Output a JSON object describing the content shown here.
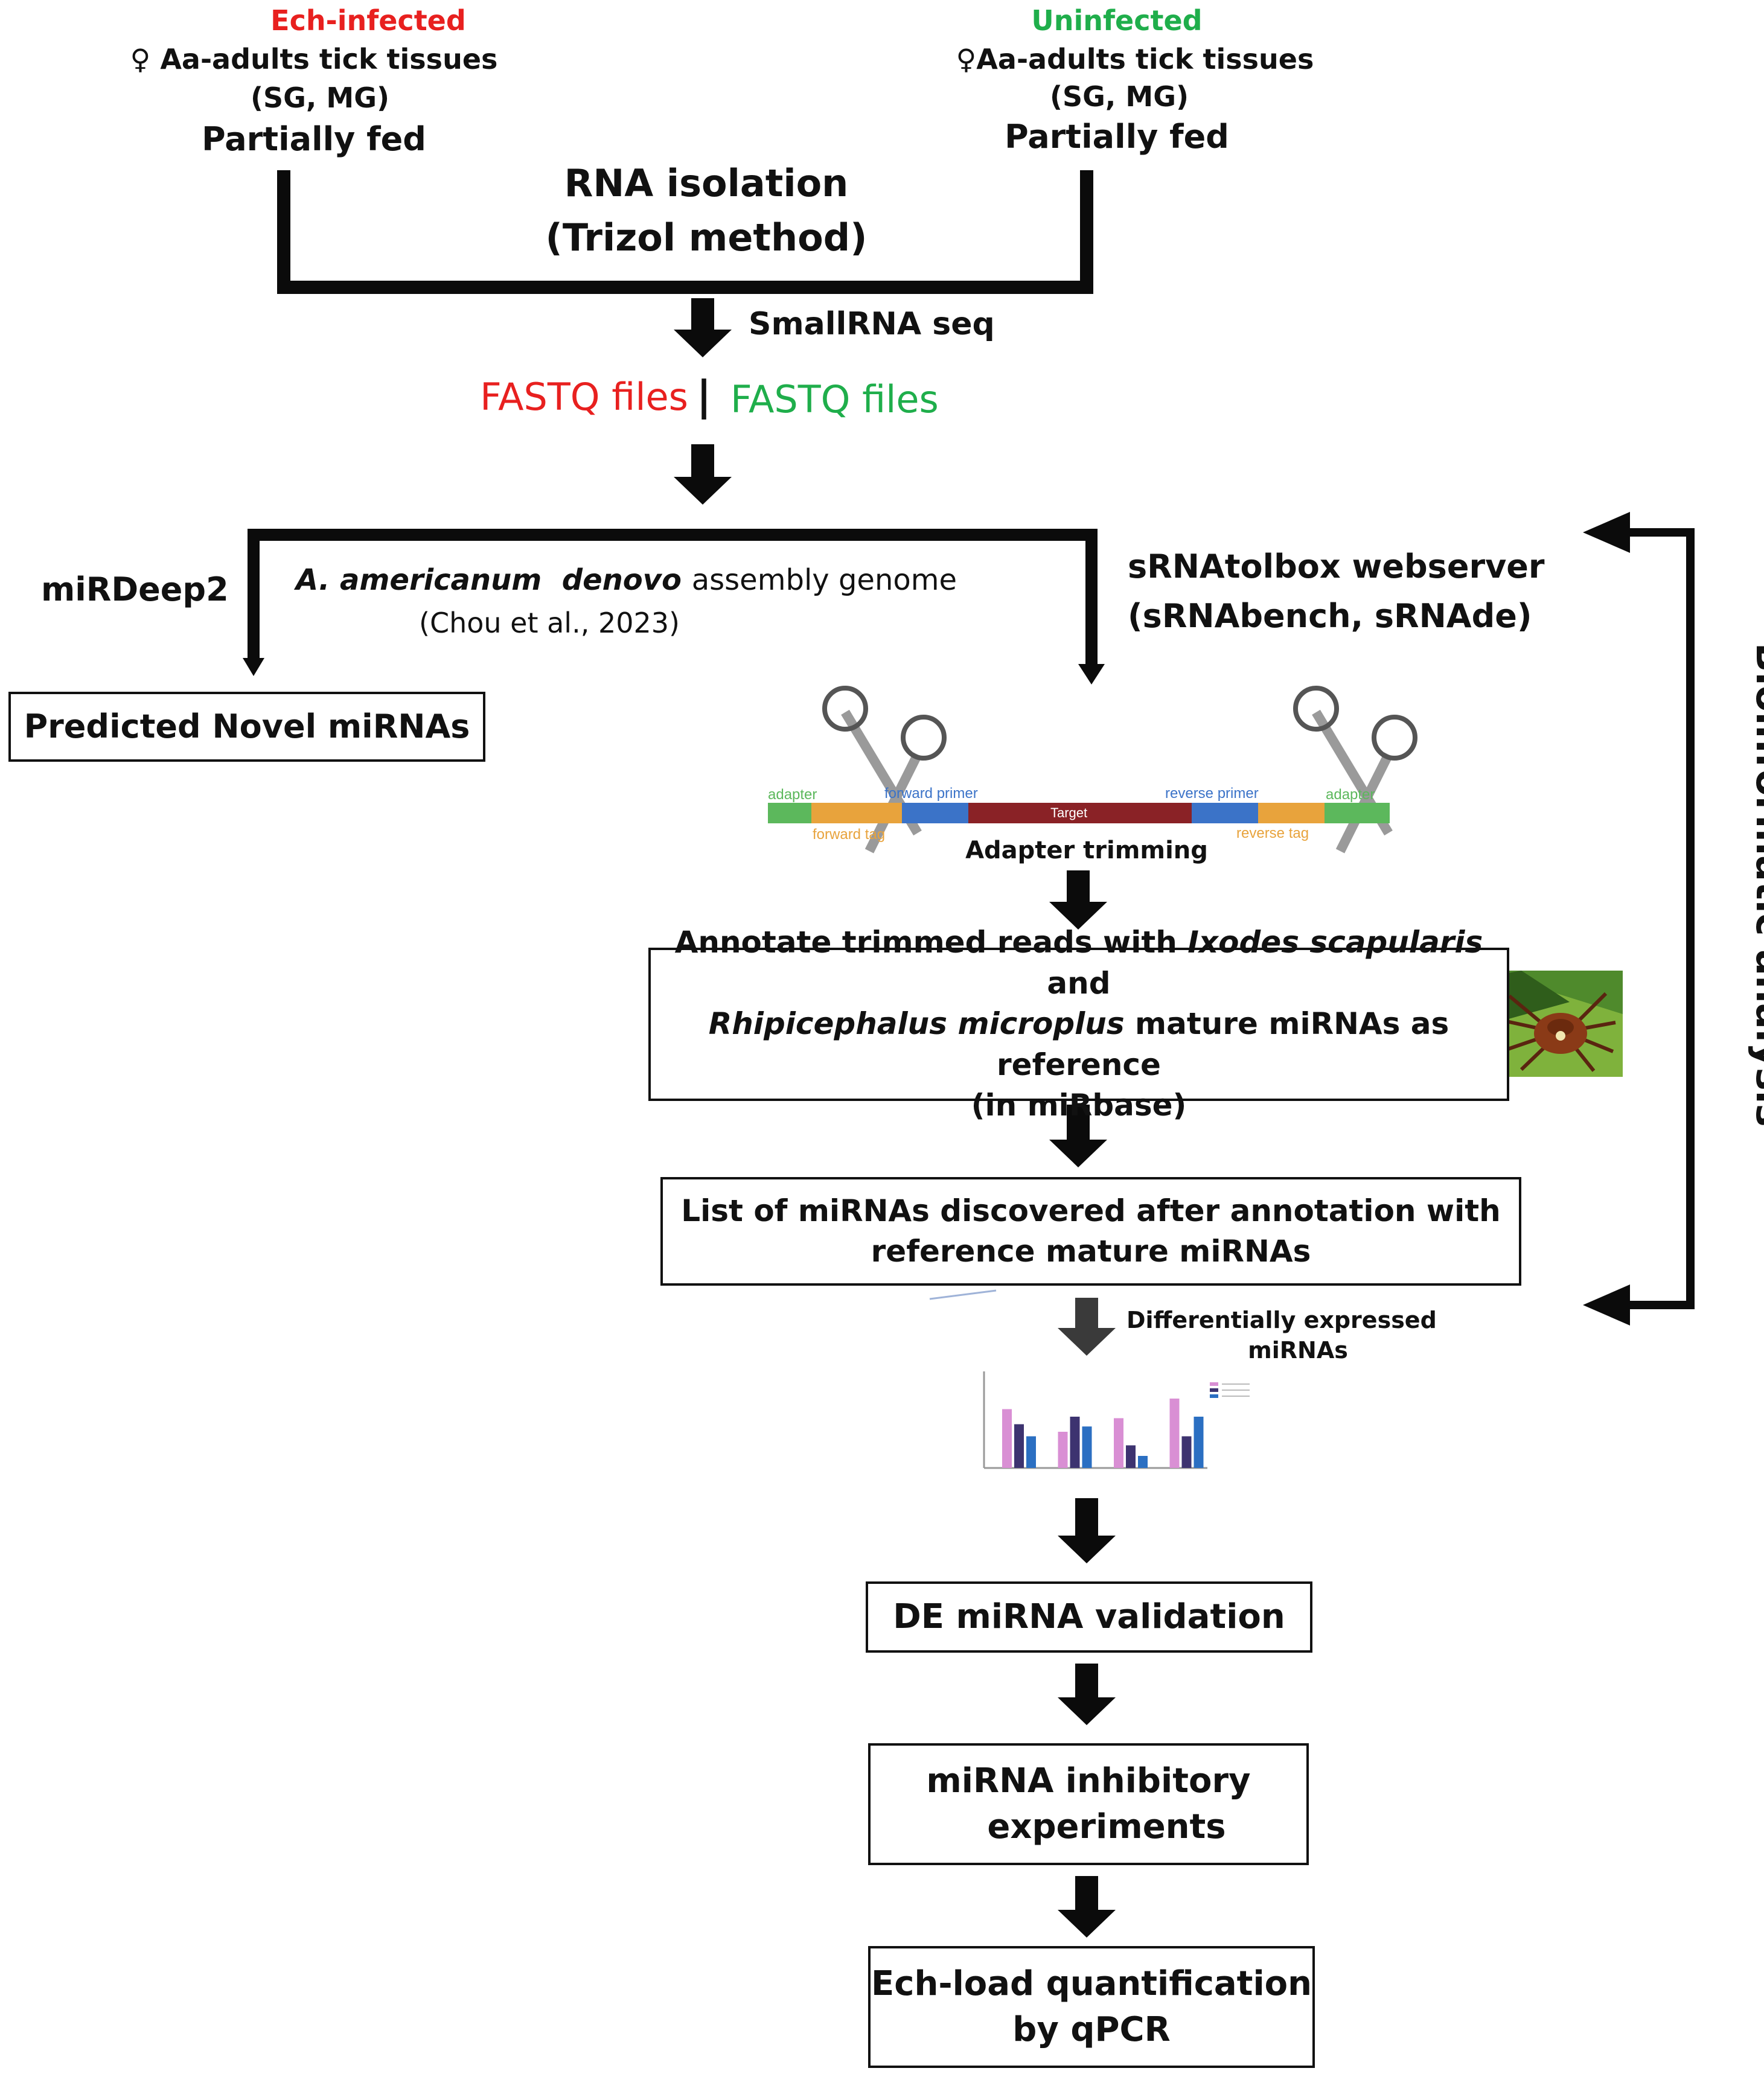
{
  "colors": {
    "infected": "#e8201f",
    "uninfected": "#1fae4b",
    "arrow": "#0b0b0b",
    "line": "#111111"
  },
  "infected": {
    "title": "Ech-infected",
    "line1": "♀ Aa-adults tick tissues",
    "line2": "(SG, MG)",
    "line3": "Partially fed"
  },
  "uninfected": {
    "title": "Uninfected",
    "line1": "♀Aa-adults tick tissues",
    "line2": "(SG, MG)",
    "line3": "Partially fed"
  },
  "rna": {
    "line1": "RNA isolation",
    "line2": "(Trizol method)"
  },
  "smallrna": "SmallRNA seq",
  "fastq": {
    "left": "FASTQ files",
    "separator": "|",
    "right": "FASTQ files"
  },
  "mirdeep": "miRDeep2",
  "genome": {
    "species": "A. americanum",
    "denovo": "denovo",
    "rest": "assembly genome",
    "citation": "(Chou et al., 2023)"
  },
  "srna": {
    "line1": "sRNAtolbox webserver",
    "line2": "(sRNAbench, sRNAde)"
  },
  "novel_box": "Predicted Novel miRNAs",
  "adapter": {
    "segments": [
      "adapter",
      "forward primer",
      "Target",
      "reverse primer",
      "adapter"
    ],
    "tags": [
      "forward tag",
      "reverse tag"
    ],
    "caption": "Adapter trimming",
    "segment_colors": [
      "#5cb85c",
      "#e8a33c",
      "#3b73c8",
      "#8a2226",
      "#3b73c8",
      "#e8a33c",
      "#5cb85c"
    ]
  },
  "annotate": {
    "p1": "Annotate trimmed reads with ",
    "i1": "Ixodes scapularis",
    "p2": " and",
    "i2": "Rhipicephalus microplus",
    "p3": " mature miRNAs as reference",
    "p4": "(in miRbase)"
  },
  "list_box": {
    "line1": "List of miRNAs discovered after annotation with",
    "line2": "reference mature miRNAs"
  },
  "de_label": {
    "line1": "Differentially expressed",
    "line2": "miRNAs"
  },
  "side_label": "Bioinformatic analysis",
  "chart_data": {
    "type": "bar",
    "categories": [
      "",
      "",
      "",
      ""
    ],
    "series": [
      {
        "name": "",
        "color": "#d98fd4",
        "values": [
          0.78,
          0.48,
          0.66,
          0.92
        ]
      },
      {
        "name": "",
        "color": "#3d3370",
        "values": [
          0.58,
          0.68,
          0.3,
          0.42
        ]
      },
      {
        "name": "",
        "color": "#2b6fc2",
        "values": [
          0.42,
          0.55,
          0.16,
          0.68
        ]
      }
    ],
    "ylim": [
      0,
      1.2
    ],
    "legend": "top-right"
  },
  "de_box": "DE miRNA validation",
  "inhib": {
    "line1": "miRNA inhibitory",
    "line2": "experiments"
  },
  "qpcr": {
    "line1": "Ech-load quantification",
    "line2": "by qPCR"
  }
}
